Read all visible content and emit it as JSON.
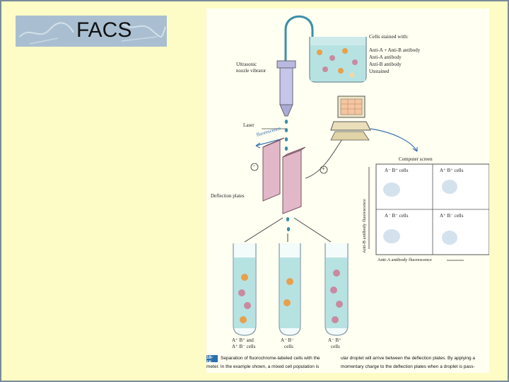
{
  "slide": {
    "title": "FACS"
  },
  "diagram": {
    "labels": {
      "cells_stained": "Cells stained with:",
      "legend": [
        "Anti-A + Anti-B antibody",
        "Anti-A antibody",
        "Anti-B antibody",
        "Unstained"
      ],
      "vibrator": [
        "Ultrasonic",
        "nozzle vibrator"
      ],
      "laser": "Laser",
      "fluorescence": "fluorescence",
      "deflection": "Deflection plates",
      "computer_screen": "Computer screen",
      "y_axis": "Anti-B antibody fluorescence",
      "x_axis": "Anti-A antibody fluorescence",
      "plus": "+",
      "minus": "−"
    },
    "quadrants": [
      "A⁻ B⁺ cells",
      "A⁺ B⁺ cells",
      "A⁻ B⁻ cells",
      "A⁺ B⁻ cells"
    ],
    "tubes": [
      {
        "label": [
          "A⁺ B⁺ and",
          "A⁺ B⁻ cells"
        ]
      },
      {
        "label": [
          "A⁻ B⁻",
          "cells"
        ]
      },
      {
        "label": [
          "A⁻ B⁺",
          "cells"
        ]
      }
    ],
    "caption": {
      "number": "16-15",
      "line1_left": "Separation of fluorochrome-labeled cells with the",
      "line1_right": "ular droplet will arrive between the deflection plates. By applying a",
      "line2_left": "meter. In the example shown, a mixed cell population is",
      "line2_right": "momentary charge to the deflection plates when a droplet is pass-"
    },
    "colors": {
      "cell_orange": "#e8a04a",
      "cell_spiky": "#c98aa0",
      "plate": "#e2b8c8",
      "liquid": "#b7e2e2"
    }
  }
}
